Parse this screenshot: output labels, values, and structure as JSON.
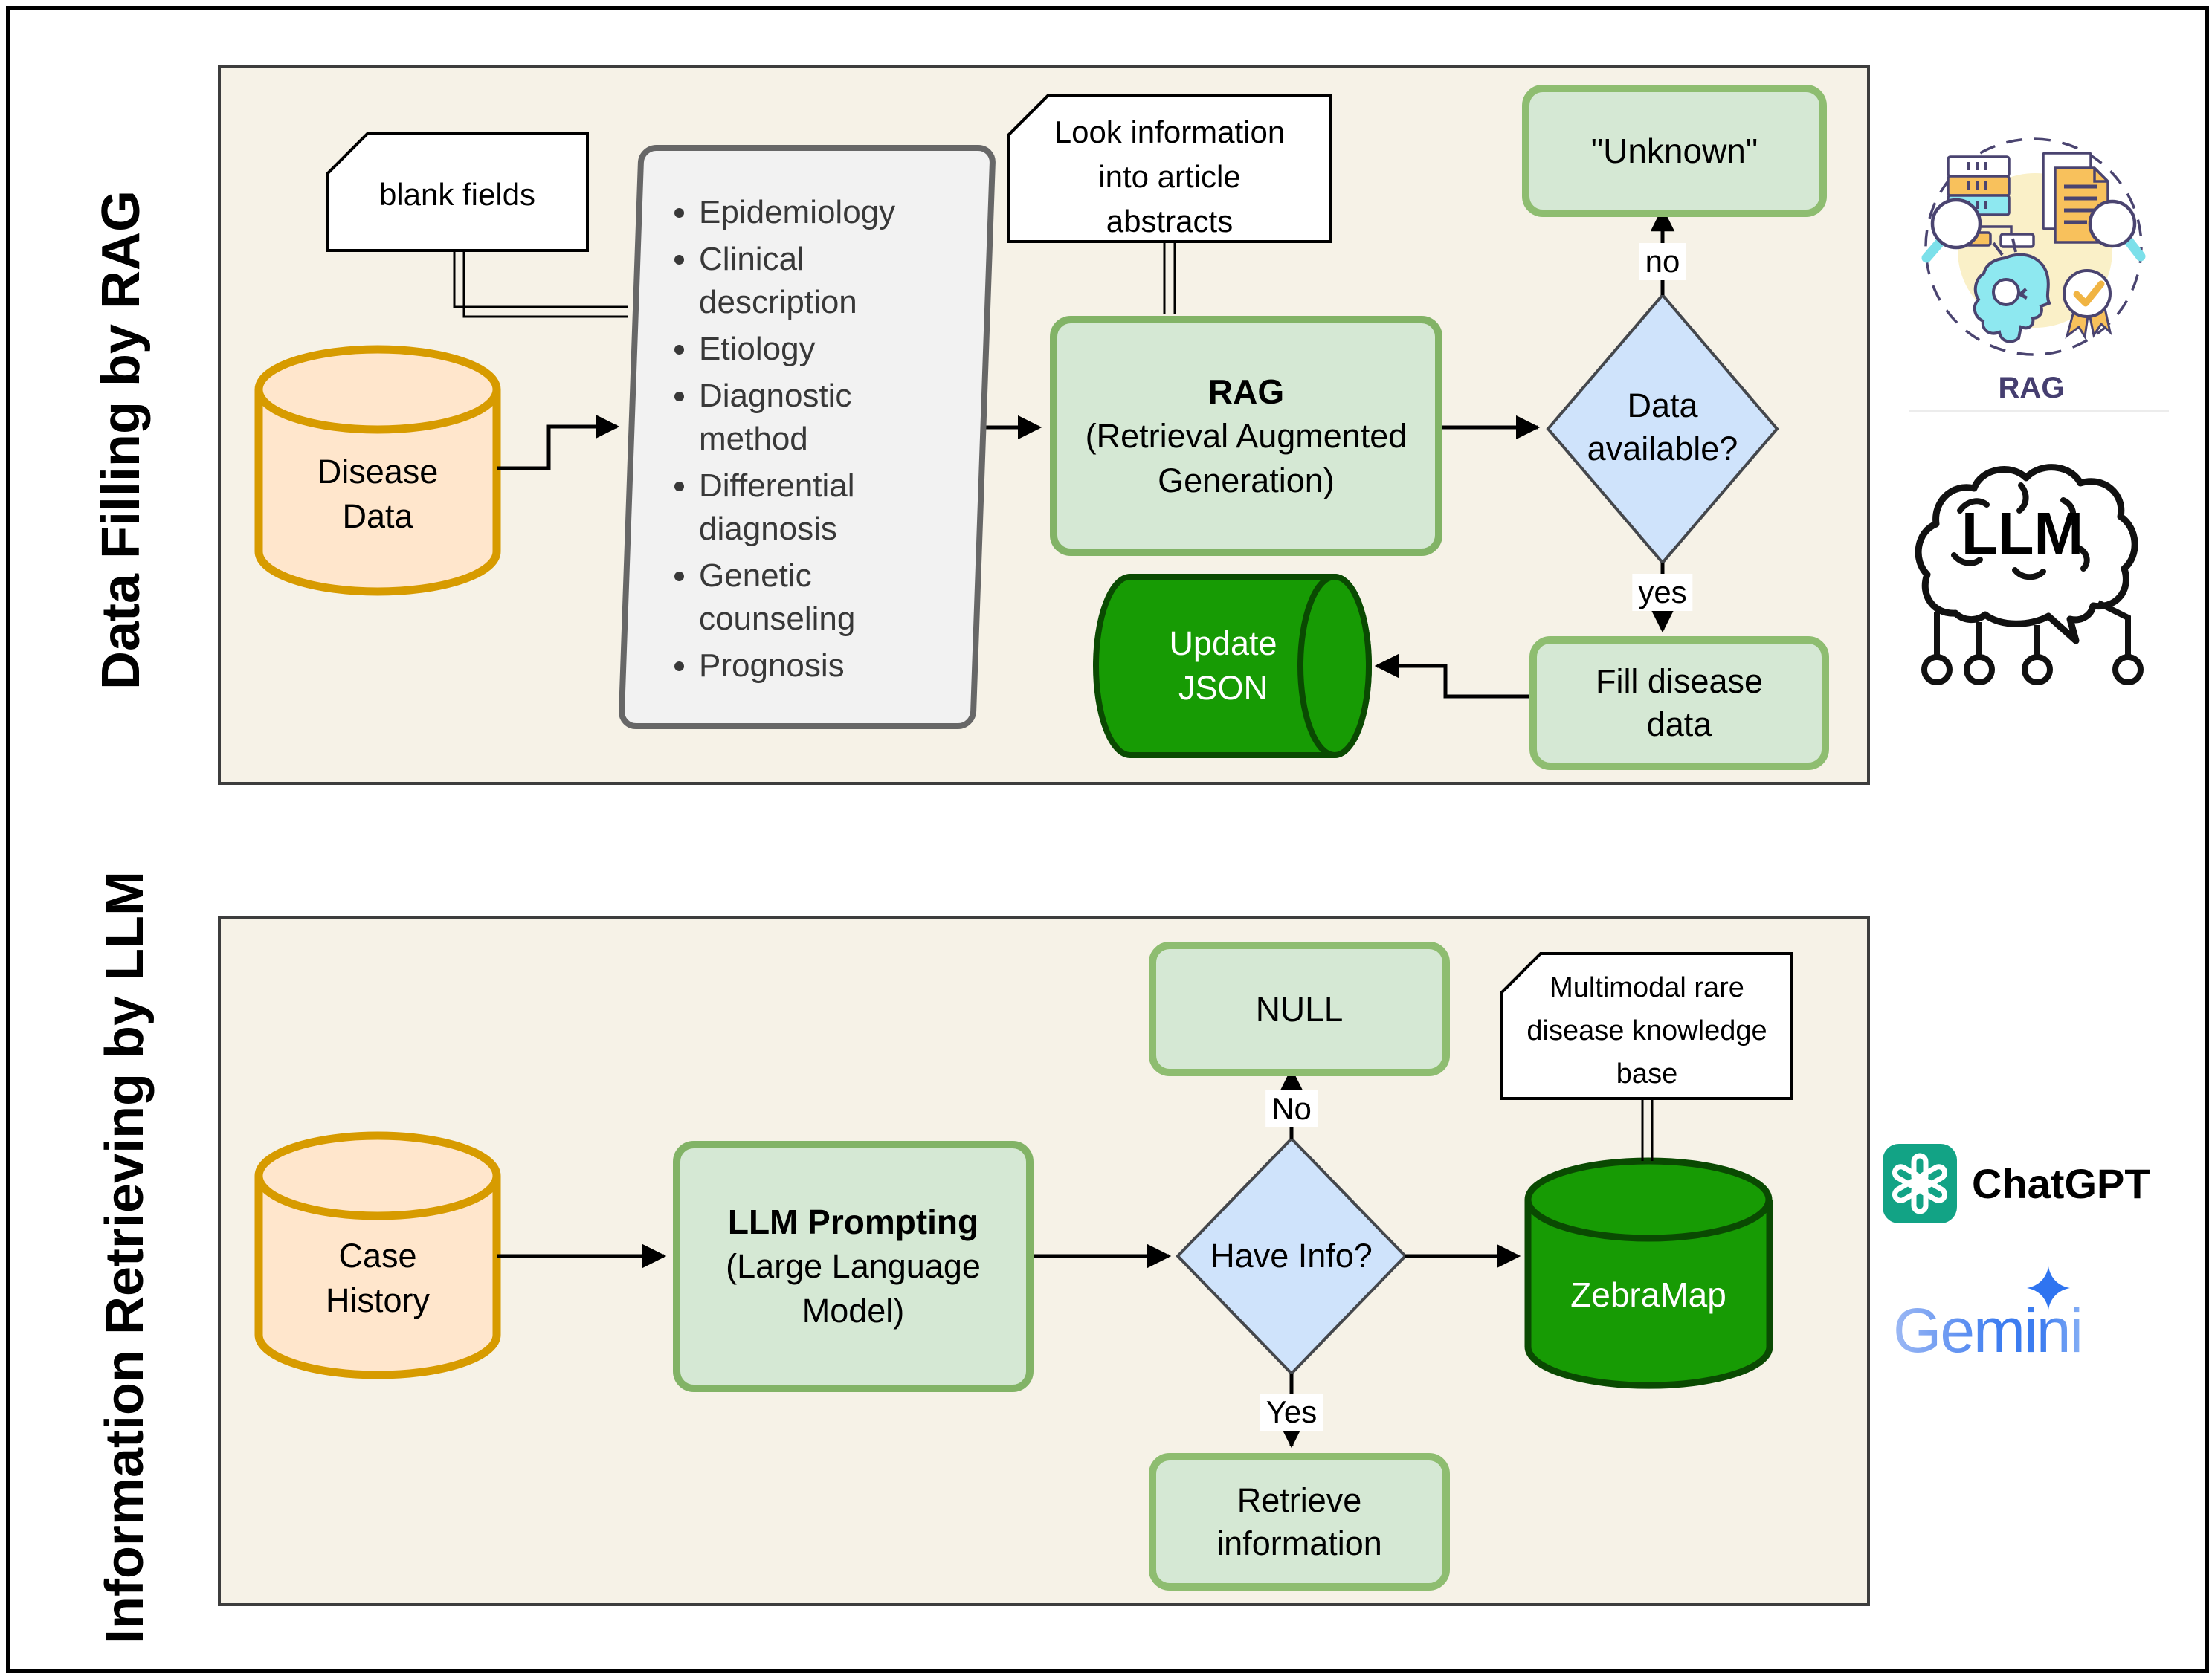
{
  "left_titles": {
    "top": "Data Filling by RAG",
    "bottom": "Information Retrieving by LLM"
  },
  "rag_flow": {
    "blank_fields_note": "blank fields",
    "disease_data_db": {
      "line1": "Disease",
      "line2": "Data"
    },
    "fields": [
      "Epidemiology",
      "Clinical description",
      "Etiology",
      "Diagnostic method",
      "Differential diagnosis",
      "Genetic counseling",
      "Prognosis"
    ],
    "article_note": {
      "line1": "Look information",
      "line2": "into article",
      "line3": "abstracts"
    },
    "rag_process": {
      "name": "RAG",
      "expansion_line1": "(Retrieval Augmented",
      "expansion_line2": "Generation)"
    },
    "data_available_decision": {
      "line1": "Data",
      "line2": "available?",
      "no_label": "no",
      "yes_label": "yes"
    },
    "unknown_result": "\"Unknown\"",
    "fill_disease_data": {
      "line1": "Fill disease",
      "line2": "data"
    },
    "update_json_db": {
      "line1": "Update",
      "line2": "JSON"
    }
  },
  "llm_flow": {
    "case_history_db": {
      "line1": "Case",
      "line2": "History"
    },
    "llm_prompting": {
      "name": "LLM Prompting",
      "expansion_line1": "(Large Language",
      "expansion_line2": "Model)"
    },
    "have_info_decision": {
      "label": "Have Info?",
      "no_label": "No",
      "yes_label": "Yes"
    },
    "null_result": "NULL",
    "retrieve_information": {
      "line1": "Retrieve",
      "line2": "information"
    },
    "zebramap_db": "ZebraMap",
    "knowledge_note": {
      "line1": "Multimodal rare",
      "line2": "disease knowledge",
      "line3": "base"
    }
  },
  "side_icons": {
    "rag_caption": "RAG",
    "llm_brain_text": "LLM",
    "chatgpt_label": "ChatGPT",
    "gemini_label": "Gemini"
  },
  "colors": {
    "panel_bg": "#f6f2e7",
    "panel_border": "#3d3d3d",
    "green_fill": "#d5e8d4",
    "green_stroke": "#82b366",
    "light_green_stroke": "#8ebd70",
    "diamond_fill": "#cfe3fb",
    "diamond_stroke": "#44474c",
    "db_orange_fill": "#ffe6cc",
    "db_orange_stroke": "#d79b00",
    "db_green_fill": "#179b04",
    "db_green_stroke": "#0a4a02",
    "chatgpt_teal": "#12a385",
    "gemini_blue": "#3c7cf0",
    "icon_outline_purple": "#4a4470"
  }
}
